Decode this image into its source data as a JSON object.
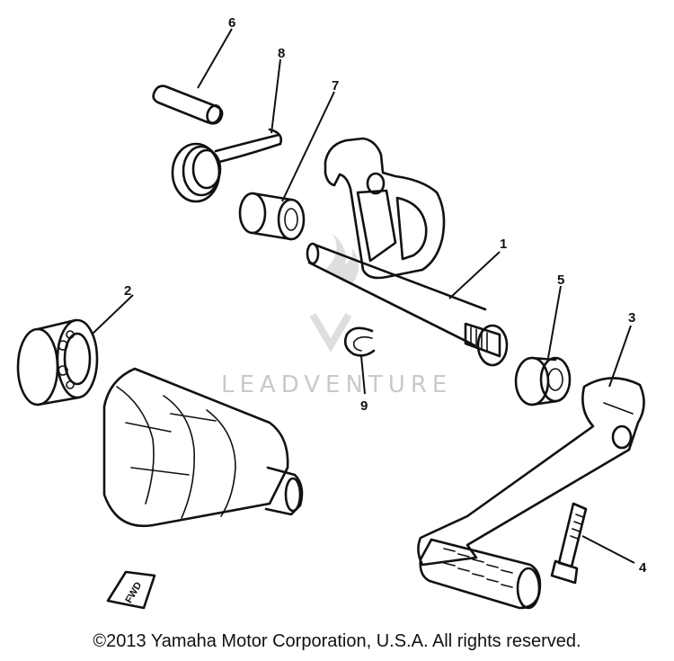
{
  "watermark": "LEADVENTURE",
  "copyright": "©2013 Yamaha Motor Corporation, U.S.A. All rights reserved.",
  "direction_label": "FWD",
  "callouts": [
    {
      "id": "1",
      "label": "1"
    },
    {
      "id": "2",
      "label": "2"
    },
    {
      "id": "3",
      "label": "3"
    },
    {
      "id": "4",
      "label": "4"
    },
    {
      "id": "5",
      "label": "5"
    },
    {
      "id": "6",
      "label": "6"
    },
    {
      "id": "7",
      "label": "7"
    },
    {
      "id": "8",
      "label": "8"
    },
    {
      "id": "9",
      "label": "9"
    }
  ]
}
